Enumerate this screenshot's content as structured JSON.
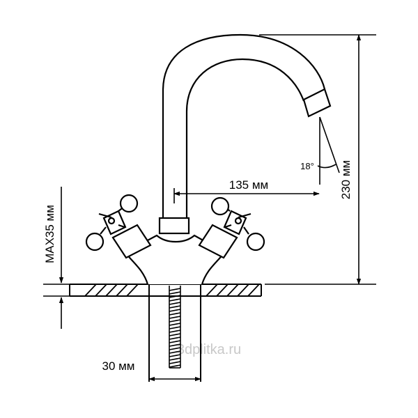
{
  "dimensions": {
    "spout_reach": "135 мм",
    "total_height": "230 мм",
    "max_counter_thickness": "MAX35 мм",
    "hole_diameter": "30 мм",
    "spout_angle": "18°"
  },
  "watermark": "3dplitka.ru",
  "colors": {
    "line": "#000000",
    "background": "#ffffff",
    "watermark": "#c8c8c8"
  }
}
